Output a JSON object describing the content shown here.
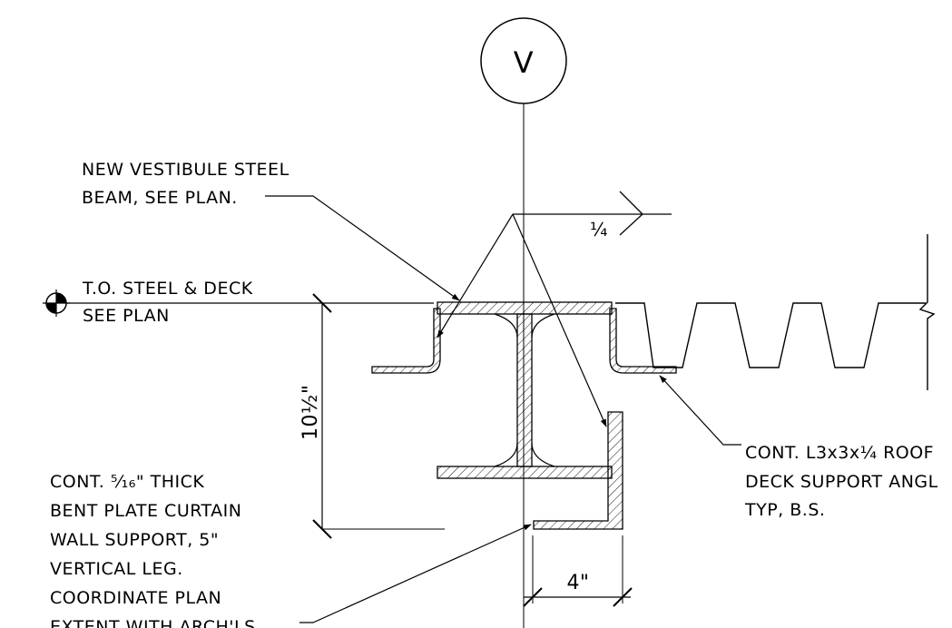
{
  "grid_bubble": {
    "label": "V"
  },
  "weld_symbol": {
    "size": "¼"
  },
  "elevation_marker": {
    "line1": "T.O. STEEL & DECK",
    "line2": "SEE PLAN"
  },
  "notes": {
    "beam_note": [
      "NEW VESTIBULE STEEL",
      "BEAM, SEE PLAN."
    ],
    "angle_note": [
      "CONT. L3x3x¼ ROOF",
      "DECK SUPPORT ANGL",
      "TYP, B.S."
    ],
    "plate_note": [
      "CONT. ⁵⁄₁₆\" THICK",
      "BENT PLATE CURTAIN",
      "WALL SUPPORT, 5\"",
      "VERTICAL LEG.",
      "COORDINATE PLAN",
      "EXTENT WITH ARCH'LS"
    ]
  },
  "dimensions": {
    "height": "10½\"",
    "width": "4\""
  }
}
